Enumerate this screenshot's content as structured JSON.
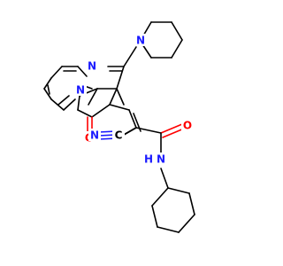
{
  "molecule": {
    "atom_labels": {
      "n_pip": "N",
      "n_pyrim_top": "N",
      "n_bridge": "N",
      "o_ketone": "O",
      "c_nitrile": "C",
      "n_nitrile": "N",
      "o_amide": "O",
      "n_amide": "N",
      "h_amide": "H"
    },
    "colors": {
      "carbon": "#000000",
      "nitrogen": "#1a1aff",
      "oxygen": "#ff0000"
    }
  }
}
